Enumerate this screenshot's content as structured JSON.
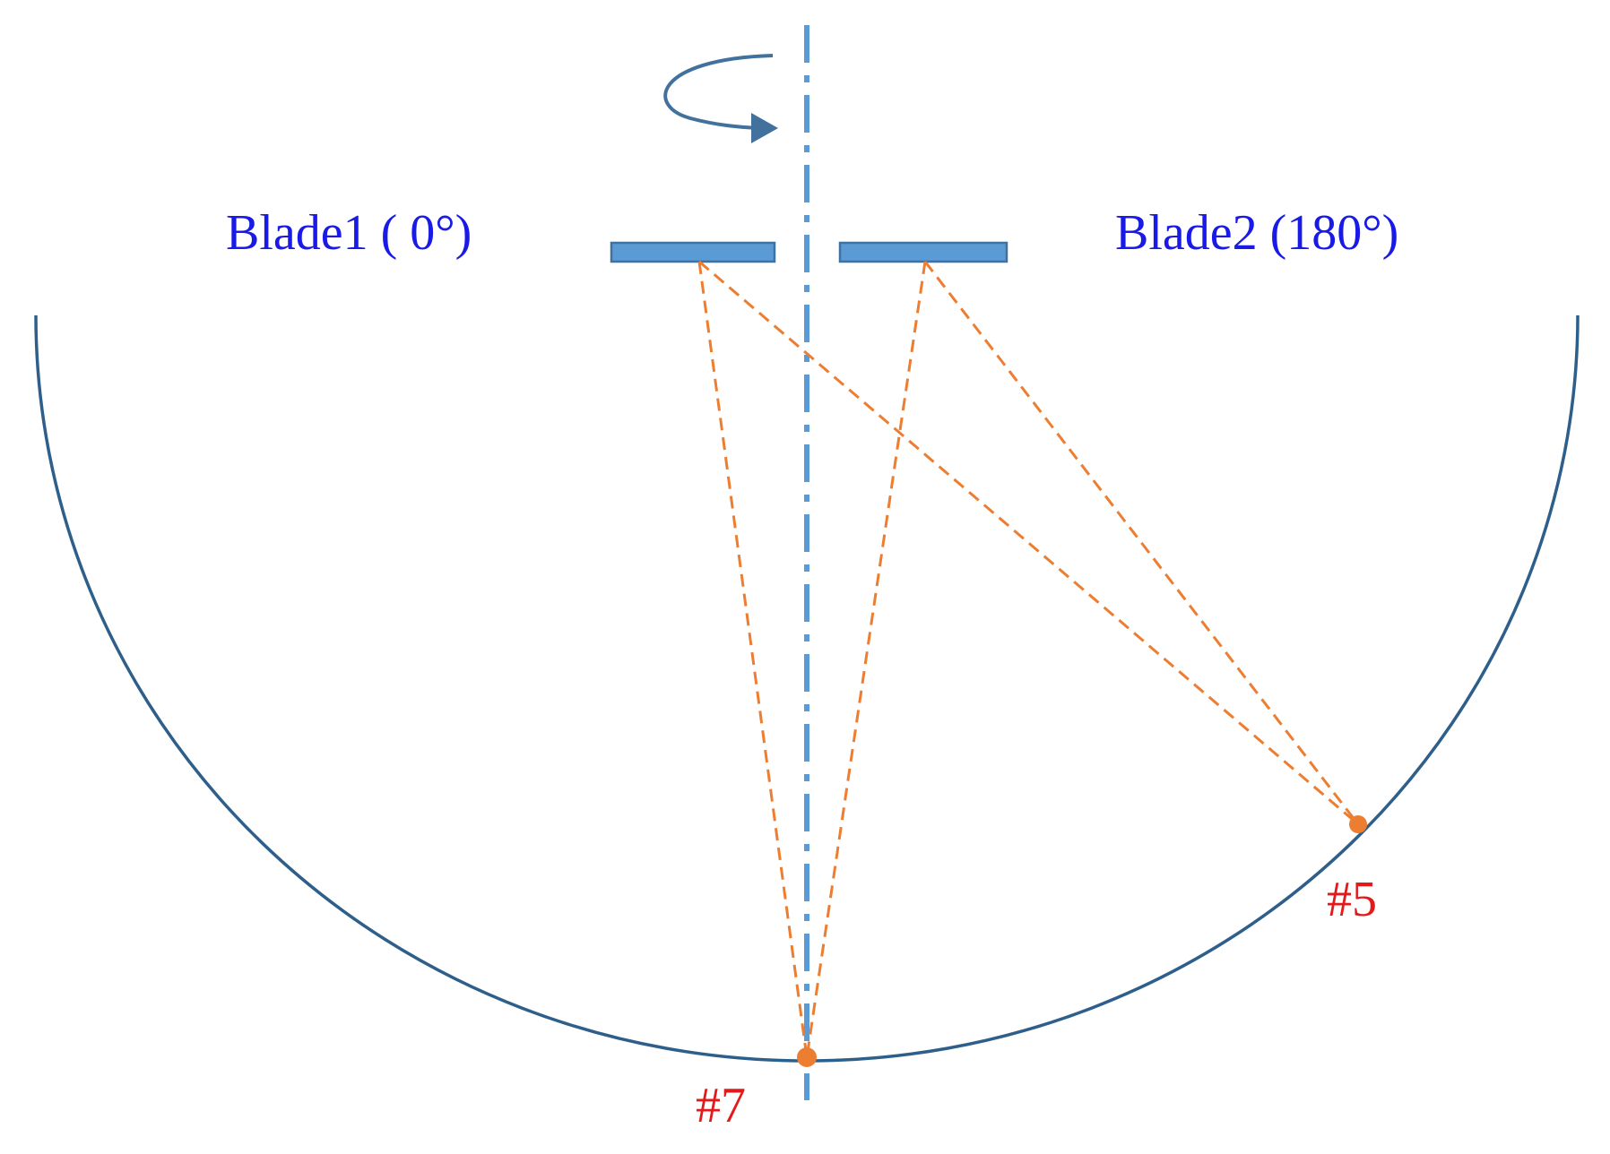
{
  "colors": {
    "axis": "#5B9BD5",
    "blade_fill": "#5B9BD5",
    "blade_stroke": "#41719C",
    "arc": "#2E5F8A",
    "rotation_arrow": "#41719C",
    "rays": "#ED7D31",
    "blade_label": "#1A1AE6",
    "point_label": "#E31A1C"
  },
  "blades": [
    {
      "label": "Blade1 ( 0°)"
    },
    {
      "label": "Blade2 (180°)"
    }
  ],
  "points": [
    {
      "label": "#5"
    },
    {
      "label": "#7"
    }
  ],
  "icons": {
    "rotation": "rotation-arrow-icon"
  }
}
